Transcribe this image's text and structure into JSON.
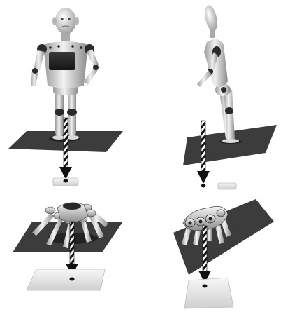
{
  "figure": {
    "panels": [
      {
        "id": "humanoid-front"
      },
      {
        "id": "humanoid-side-leaning"
      },
      {
        "id": "hexapod-flat"
      },
      {
        "id": "hexapod-tilted"
      }
    ]
  }
}
